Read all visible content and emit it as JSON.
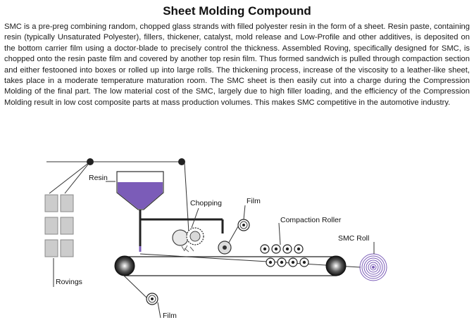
{
  "title": "Sheet Molding Compound",
  "description": "SMC is a pre-preg combining random, chopped glass strands with filled polyester resin in the form of a sheet. Resin paste, containing resin (typically Unsaturated Polyester), fillers, thickener, catalyst, mold release and Low-Profile and other additives, is deposited on the bottom carrier film using a doctor-blade to precisely control the thickness. Assembled Roving, specifically designed for SMC, is chopped onto the resin paste film and covered by another top resin film. Thus formed sandwich is pulled through compaction section and either festooned into boxes or rolled up into large rolls. The thickening process, increase of the viscosity to a leather-like sheet, takes place in a moderate temperature maturation room. The SMC sheet is then easily cut into a charge during the Compression Molding of the final part. The low material cost of the SMC, largely due to high filler loading, and the efficiency of the Compression Molding result in low cost composite parts at mass production volumes. This makes SMC competitive in the automotive industry.",
  "diagram": {
    "labels": {
      "resin": "Resin",
      "chopping": "Chopping",
      "film_top": "Film",
      "compaction_roller": "Compaction Roller",
      "smc_roll": "SMC Roll",
      "rovings": "Rovings",
      "film_bottom": "Film"
    },
    "colors": {
      "resin": "#7b5cb8",
      "spool": "#8a6cc4",
      "roller": "#222222",
      "roving": "#cccccc"
    }
  }
}
